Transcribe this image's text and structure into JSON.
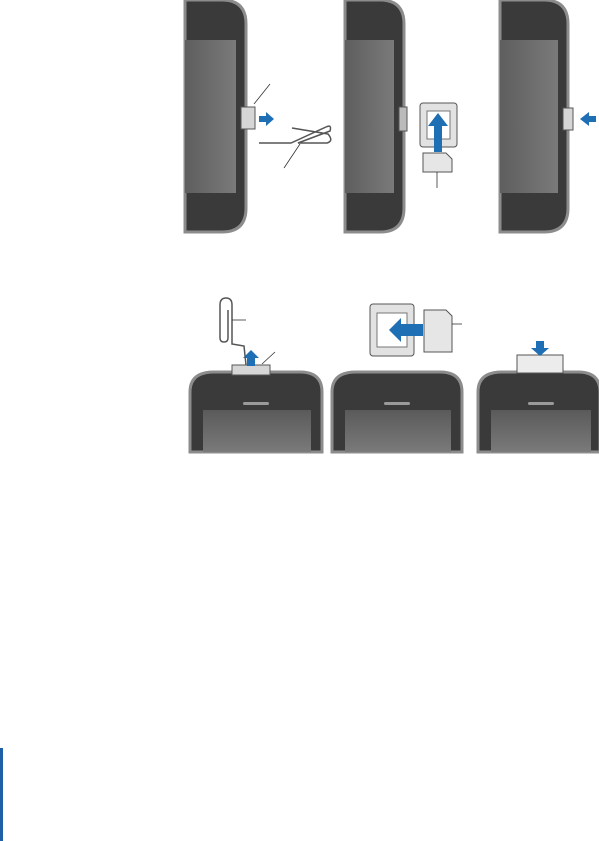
{
  "colors": {
    "arrow": "#1f6fb5",
    "phone_body": "#3b3b3b",
    "phone_edge": "#8a8a8a",
    "screen": "#6b6b6b",
    "tray": "#d0d0d0",
    "sim": "#e4e4e4",
    "margin_bar": "#1f5fa8"
  },
  "icons": {
    "arrow": "blue-arrow",
    "paper_clip": "paper-clip-icon",
    "sim_tray": "sim-tray-icon",
    "sim_card": "sim-card-icon"
  },
  "steps_side_view": [
    {
      "action": "eject-tray"
    },
    {
      "action": "insert-sim-into-tray"
    },
    {
      "action": "reinsert-tray"
    }
  ],
  "steps_top_view": [
    {
      "action": "eject-tray"
    },
    {
      "action": "insert-sim-into-tray"
    },
    {
      "action": "reinsert-tray"
    }
  ]
}
